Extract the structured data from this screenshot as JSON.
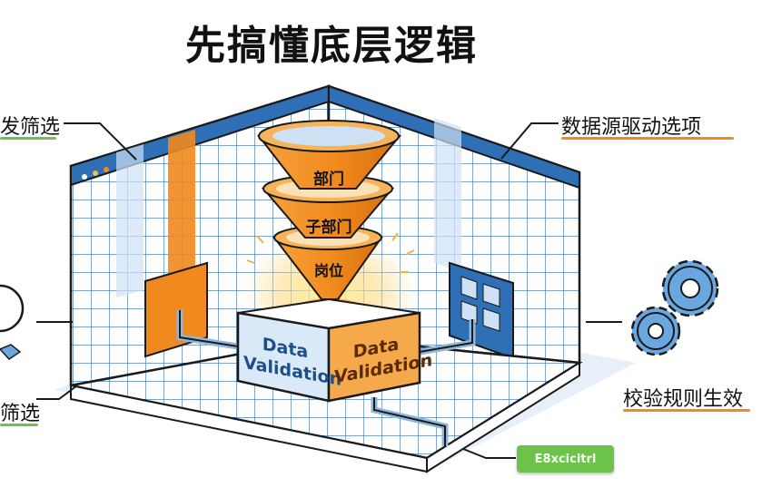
{
  "title": "先搞懂底层逻辑",
  "labels": {
    "top_left": "发筛选",
    "bottom_left": "筛选",
    "top_right": "数据源驱动选项",
    "bottom_right": "校验规则生效"
  },
  "funnel": {
    "level1": "部门",
    "level2": "子部门",
    "level3": "岗位"
  },
  "box": {
    "front_label": "Data\nValidation",
    "side_label": "Data\nValidation"
  },
  "excel_button": "E8xcicitrl",
  "colors": {
    "blue": "#2f6fb5",
    "orange": "#f08a1e",
    "light_blue": "#cfe1f4",
    "green": "#6cc24a",
    "ink": "#1a1a1a"
  }
}
